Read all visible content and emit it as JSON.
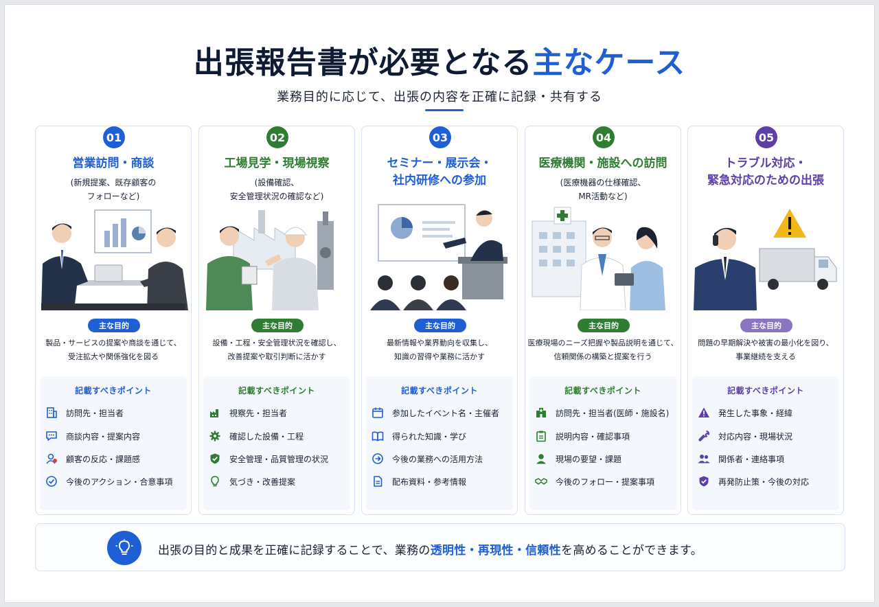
{
  "header": {
    "title_main": "出張報告書が必要となる",
    "title_accent": "主なケース",
    "subtitle": "業務目的に応じて、出張の内容を正確に記録・共有する"
  },
  "colors": {
    "blue": "#1f5fd6",
    "green": "#2e7d32",
    "purple": "#5e3fa8",
    "navy": "#0f1a33"
  },
  "cards": [
    {
      "number": "01",
      "title": [
        "営業訪問・商談"
      ],
      "subtitle": [
        "(新規提案、既存顧客の",
        "フォローなど)"
      ],
      "purpose_label": "主な目的",
      "purpose": [
        "製品・サービスの提案や商談を通じて、",
        "受注拡大や関係強化を図る"
      ],
      "points_heading": "記載すべきポイント",
      "points": [
        {
          "icon": "building-icon",
          "text": "訪問先・担当者"
        },
        {
          "icon": "chat-icon",
          "text": "商談内容・提案内容"
        },
        {
          "icon": "customer-icon",
          "text": "顧客の反応・課題感"
        },
        {
          "icon": "check-circle-icon",
          "text": "今後のアクション・合意事項"
        }
      ]
    },
    {
      "number": "02",
      "title": [
        "工場見学・現場視察"
      ],
      "subtitle": [
        "(設備確認、",
        "安全管理状況の確認など)"
      ],
      "purpose_label": "主な目的",
      "purpose": [
        "設備・工程・安全管理状況を確認し、",
        "改善提案や取引判断に活かす"
      ],
      "points_heading": "記載すべきポイント",
      "points": [
        {
          "icon": "factory-icon",
          "text": "視察先・担当者"
        },
        {
          "icon": "gear-icon",
          "text": "確認した設備・工程"
        },
        {
          "icon": "shield-check-icon",
          "text": "安全管理・品質管理の状況"
        },
        {
          "icon": "lightbulb-icon",
          "text": "気づき・改善提案"
        }
      ]
    },
    {
      "number": "03",
      "title": [
        "セミナー・展示会・",
        "社内研修への参加"
      ],
      "subtitle": [],
      "purpose_label": "主な目的",
      "purpose": [
        "最新情報や業界動向を収集し、",
        "知識の習得や業務に活かす"
      ],
      "points_heading": "記載すべきポイント",
      "points": [
        {
          "icon": "calendar-icon",
          "text": "参加したイベント名・主催者"
        },
        {
          "icon": "book-icon",
          "text": "得られた知識・学び"
        },
        {
          "icon": "arrow-circle-icon",
          "text": "今後の業務への活用方法"
        },
        {
          "icon": "document-icon",
          "text": "配布資料・参考情報"
        }
      ]
    },
    {
      "number": "04",
      "title": [
        "医療機関・施設への訪問"
      ],
      "subtitle": [
        "(医療機器の仕様確認、",
        "MR活動など)"
      ],
      "purpose_label": "主な目的",
      "purpose": [
        "医療現場のニーズ把握や製品説明を通じて、",
        "信頼関係の構築と提案を行う"
      ],
      "points_heading": "記載すべきポイント",
      "points": [
        {
          "icon": "hospital-icon",
          "text": "訪問先・担当者(医師・施設名)"
        },
        {
          "icon": "clipboard-icon",
          "text": "説明内容・確認事項"
        },
        {
          "icon": "person-icon",
          "text": "現場の要望・課題"
        },
        {
          "icon": "handshake-icon",
          "text": "今後のフォロー・提案事項"
        }
      ]
    },
    {
      "number": "05",
      "title": [
        "トラブル対応・",
        "緊急対応のための出張"
      ],
      "subtitle": [],
      "purpose_label": "主な目的",
      "purpose": [
        "問題の早期解決や被害の最小化を図り、",
        "事業継続を支える"
      ],
      "points_heading": "記載すべきポイント",
      "points": [
        {
          "icon": "warning-icon",
          "text": "発生した事象・経緯"
        },
        {
          "icon": "wrench-icon",
          "text": "対応内容・現場状況"
        },
        {
          "icon": "people-icon",
          "text": "関係者・連絡事項"
        },
        {
          "icon": "shield-check-icon",
          "text": "再発防止策・今後の対応"
        }
      ]
    }
  ],
  "footer": {
    "text_before": "出張の目的と成果を正確に記録することで、業務の",
    "highlight": "透明性・再現性・信頼性",
    "text_after": "を高めることができます。"
  }
}
